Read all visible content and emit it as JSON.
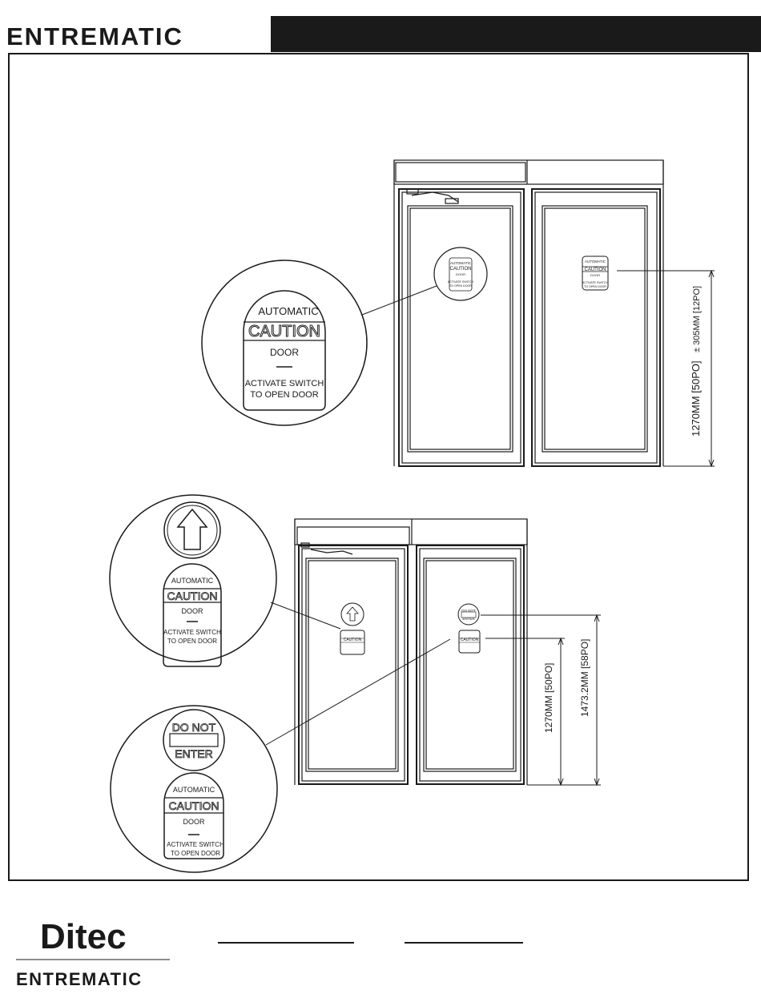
{
  "header": {
    "brand": "ENTREMATIC"
  },
  "sign_automatic": {
    "line1": "AUTOMATIC",
    "line2": "CAUTION",
    "line3": "DOOR",
    "line4": "ACTIVATE SWITCH",
    "line5": "TO OPEN DOOR"
  },
  "sign_do_not_enter": {
    "line1": "DO NOT",
    "line2": "ENTER"
  },
  "dimensions": {
    "top_height": "1270MM [50PO]",
    "top_tolerance": "± 305MM [12PO]",
    "bottom_height_a": "1270MM [50PO]",
    "bottom_height_b": "1473.2MM [58PO]"
  },
  "footer": {
    "logo_main": "Ditec",
    "logo_sub": "ENTREMATIC"
  },
  "colors": {
    "ink": "#1a1a1a",
    "paper": "#ffffff"
  }
}
